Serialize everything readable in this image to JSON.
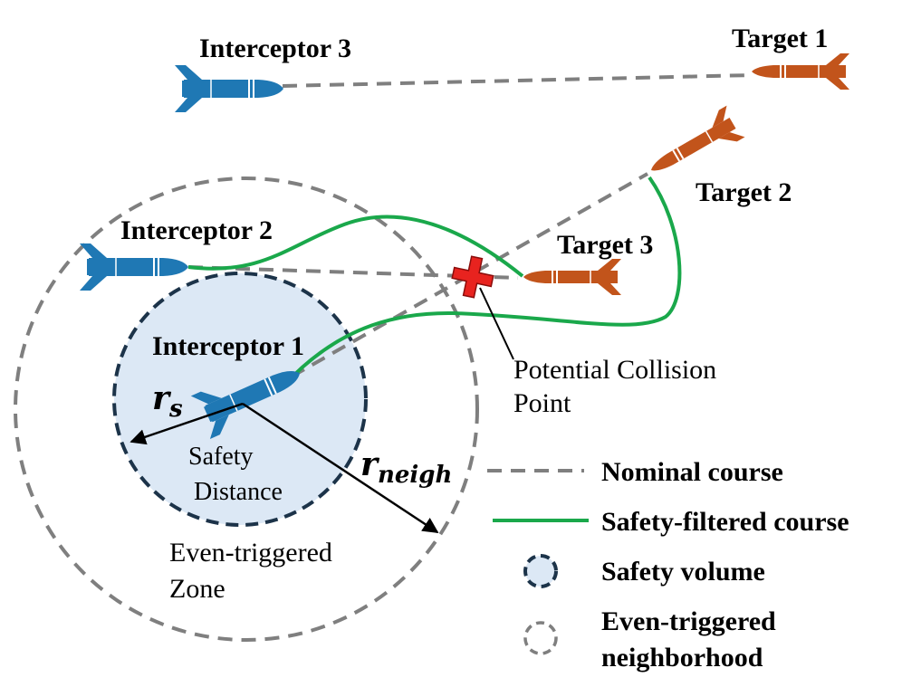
{
  "colors": {
    "interceptor": "#1f78b4",
    "target": "#c2541b",
    "nominal": "#7f7f7f",
    "filtered": "#1aa84b",
    "safety_fill": "#dce8f5",
    "safety_stroke": "#1c3349",
    "collision": "#e8231f"
  },
  "icons": {
    "interceptor": "rocket-icon",
    "target": "missile-icon",
    "collision": "cross-icon"
  },
  "labels": {
    "interceptor1": "Interceptor 1",
    "interceptor2": "Interceptor 2",
    "interceptor3": "Interceptor 3",
    "target1": "Target 1",
    "target2": "Target 2",
    "target3": "Target 3",
    "collision_line1": "Potential Collision",
    "collision_line2": "Point",
    "safety_line1": "Safety",
    "safety_line2": "Distance",
    "zone_line1": "Even-triggered",
    "zone_line2": "Zone",
    "r_s_base": "r",
    "r_s_sub": "s",
    "r_neigh_base": "r",
    "r_neigh_sub": "neigh"
  },
  "legend": {
    "nominal": "Nominal course",
    "filtered": "Safety-filtered course",
    "safety_volume": "Safety volume",
    "neighborhood_line1": "Even-triggered",
    "neighborhood_line2": "neighborhood"
  }
}
